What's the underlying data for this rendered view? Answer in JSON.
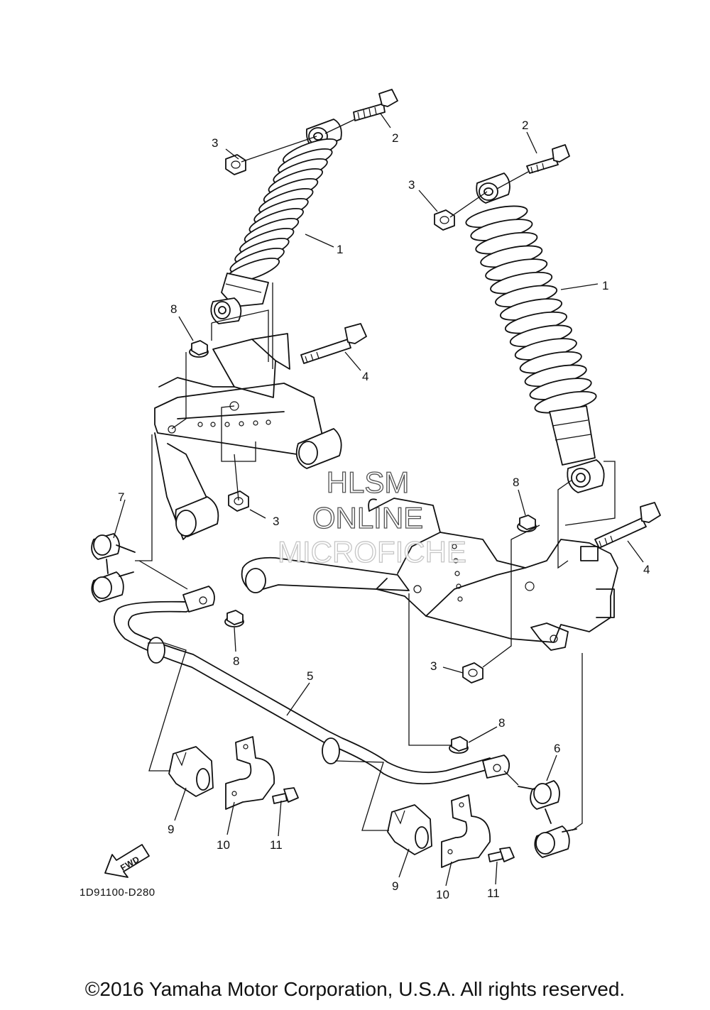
{
  "callouts": {
    "c1a": "1",
    "c1b": "1",
    "c2a": "2",
    "c2b": "2",
    "c3a": "3",
    "c3b": "3",
    "c3c": "3",
    "c3d": "3",
    "c4a": "4",
    "c4b": "4",
    "c5": "5",
    "c6": "6",
    "c7": "7",
    "c8a": "8",
    "c8b": "8",
    "c8c": "8",
    "c8d": "8",
    "c9a": "9",
    "c9b": "9",
    "c10a": "10",
    "c10b": "10",
    "c11a": "11",
    "c11b": "11"
  },
  "fwd_label": "FWD",
  "diagram_code": "1D91100-D280",
  "watermark": {
    "line1": "HLSM",
    "line2": "ONLINE",
    "line3": "MICROFICHE"
  },
  "copyright": "©2016 Yamaha Motor Corporation, U.S.A. All rights reserved."
}
